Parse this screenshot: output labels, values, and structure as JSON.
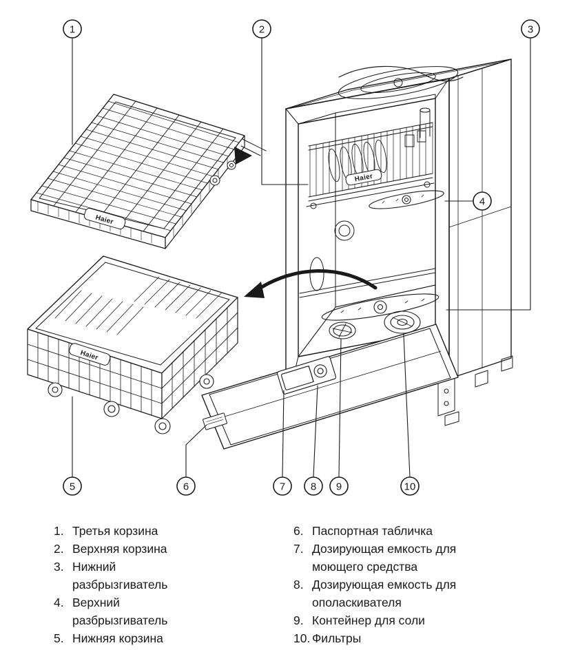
{
  "figure": {
    "brand": "Haier",
    "line_color": "#1a1a1a",
    "callouts": [
      "1",
      "2",
      "3",
      "4",
      "5",
      "6",
      "7",
      "8",
      "9",
      "10"
    ],
    "legend": {
      "left": [
        {
          "num": "1.",
          "label": "Третья корзина"
        },
        {
          "num": "2.",
          "label": "Верхняя корзина"
        },
        {
          "num": "3.",
          "label": "Нижний разбрызгиватель"
        },
        {
          "num": "4.",
          "label": "Верхний разбрызгиватель"
        },
        {
          "num": "5.",
          "label": "Нижняя корзина"
        }
      ],
      "right": [
        {
          "num": "6.",
          "label": "Паспортная табличка"
        },
        {
          "num": "7.",
          "label": "Дозирующая емкость для моющего средства"
        },
        {
          "num": "8.",
          "label": "Дозирующая емкость для ополаскивателя"
        },
        {
          "num": "9.",
          "label": "Контейнер для соли"
        },
        {
          "num": "10.",
          "label": "Фильтры"
        }
      ]
    }
  }
}
